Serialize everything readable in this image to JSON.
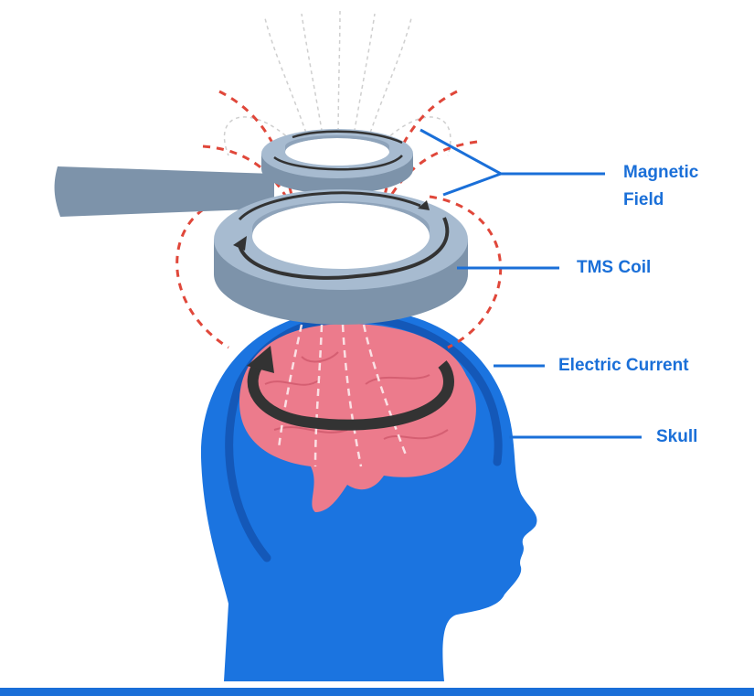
{
  "labels": {
    "magnetic_field_line1": "Magnetic",
    "magnetic_field_line2": "Field",
    "tms_coil": "TMS Coil",
    "electric_current": "Electric Current",
    "skull": "Skull"
  },
  "colors": {
    "label_blue": "#1a6fd8",
    "head_blue": "#1b74e0",
    "skull_blue": "#1458b8",
    "brain_pink": "#ec7b8c",
    "coil_gray": "#9fb3c8",
    "coil_dark": "#7d93aa",
    "field_red": "#e0473a",
    "arrow_dark": "#333333"
  }
}
